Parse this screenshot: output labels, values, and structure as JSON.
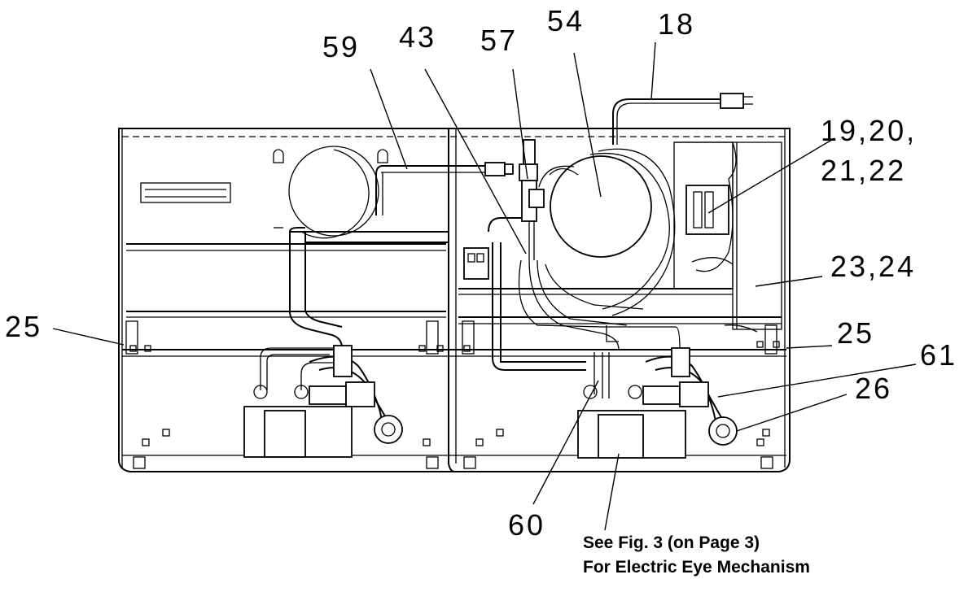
{
  "callouts": {
    "c59": "59",
    "c43": "43",
    "c57": "57",
    "c54": "54",
    "c18": "18",
    "c19": "19,20,",
    "c21": "21,22",
    "c23": "23,24",
    "c25_left": "25",
    "c25_right": "25",
    "c61": "61",
    "c26": "26",
    "c60": "60"
  },
  "note": {
    "line1": "See Fig. 3 (on Page 3)",
    "line2": "For Electric Eye Mechanism"
  }
}
